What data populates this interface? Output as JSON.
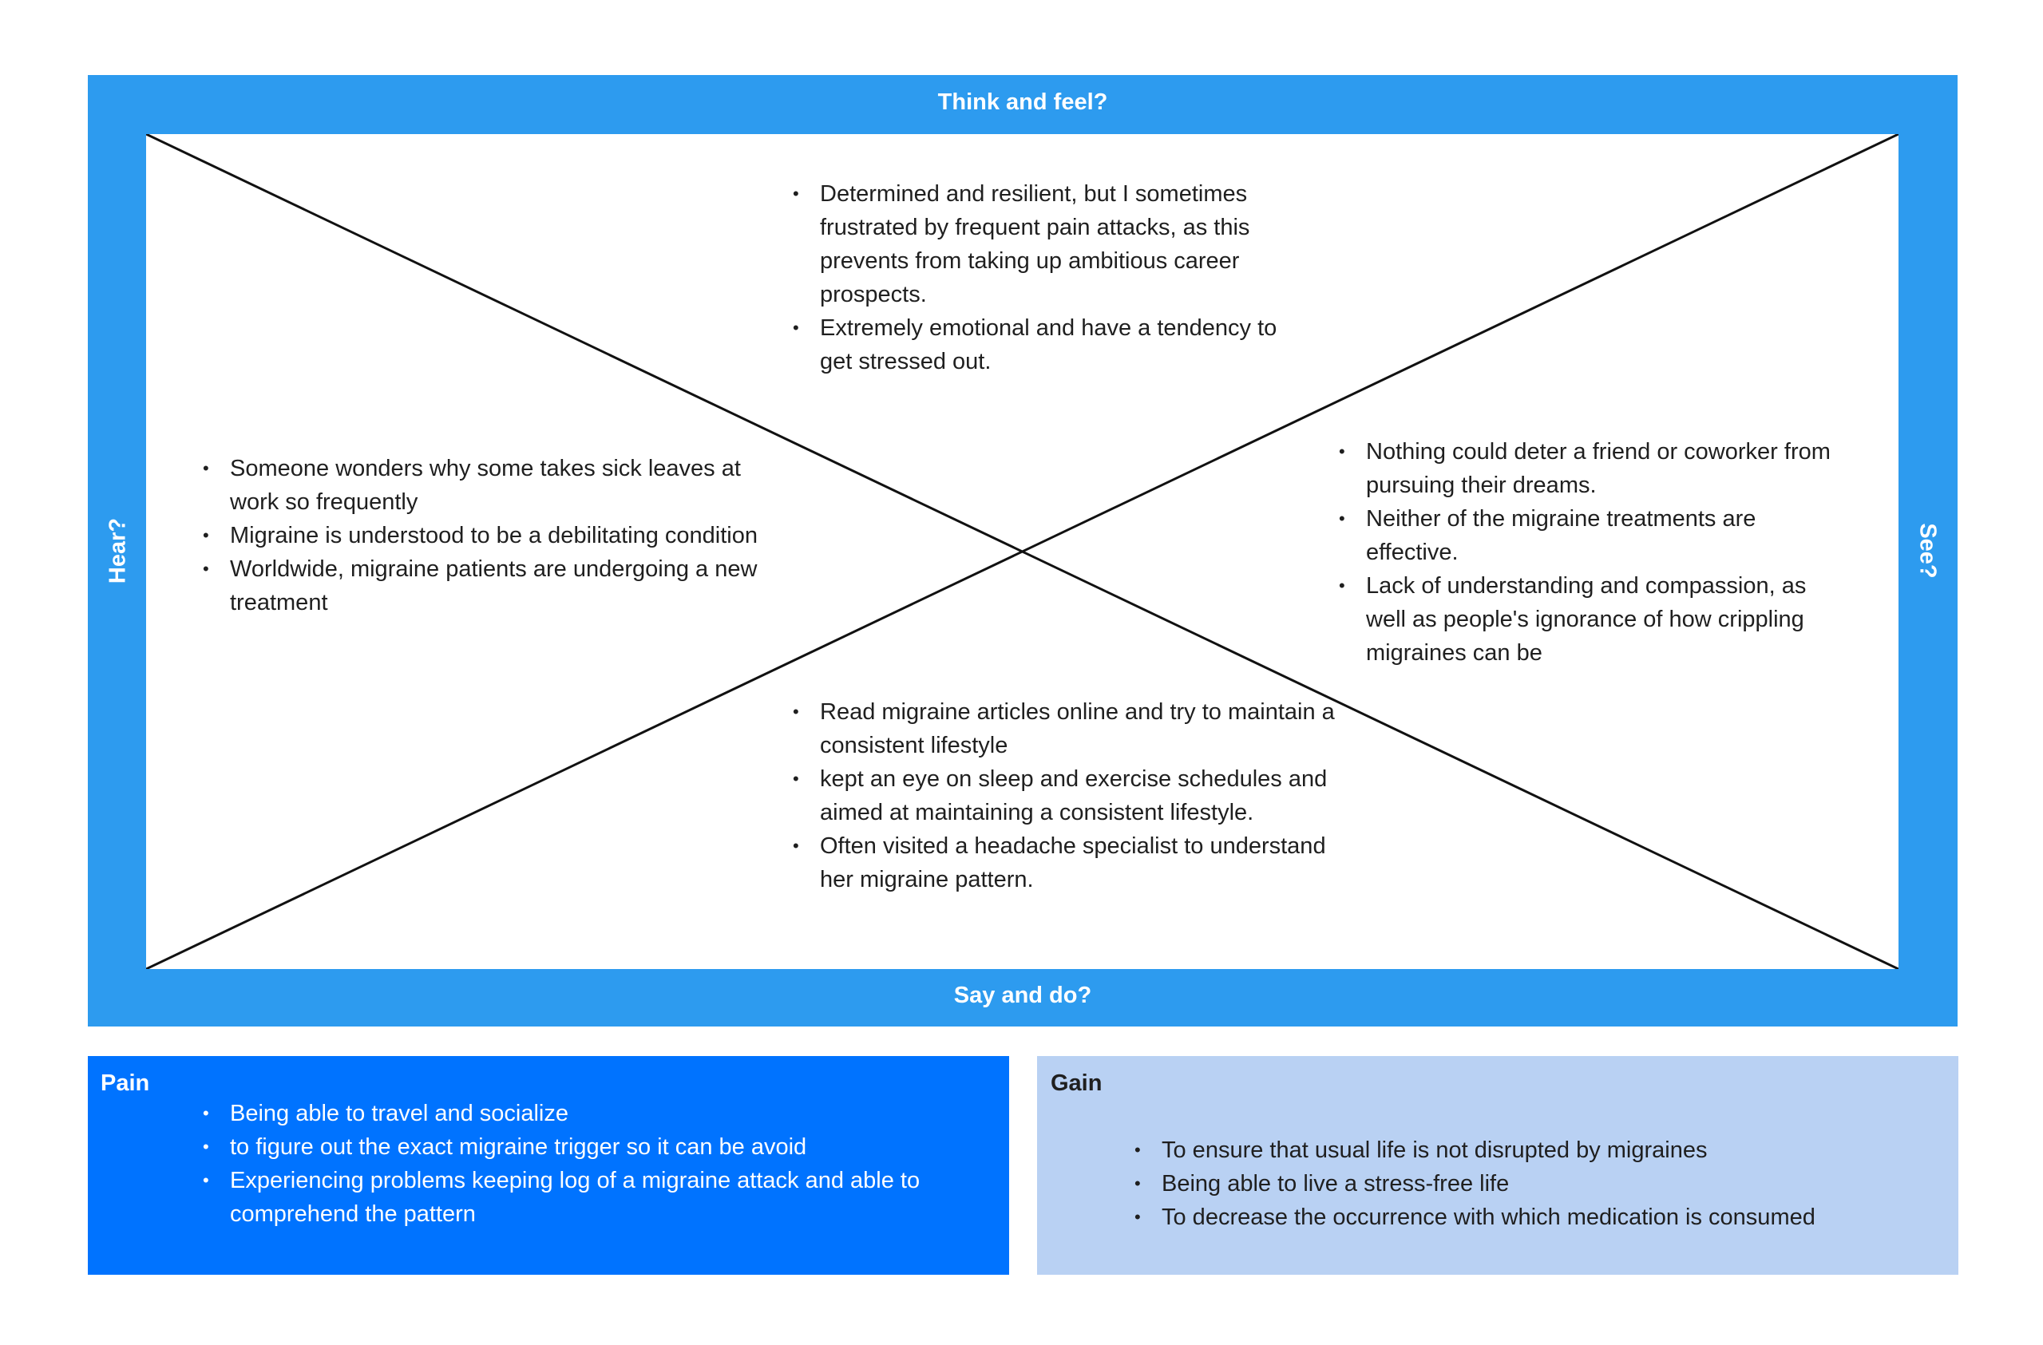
{
  "map": {
    "think_label": "Think and feel?",
    "say_label": "Say and do?",
    "hear_label": "Hear?",
    "see_label": "See?",
    "think_items": [
      "Determined and resilient, but I sometimes frustrated by  frequent pain attacks, as this prevents from taking up ambitious career prospects.",
      "Extremely emotional and have a tendency to get stressed out."
    ],
    "hear_items": [
      "Someone wonders why some takes sick leaves at work so frequently",
      "Migraine is understood to be a debilitating condition",
      "Worldwide, migraine patients are undergoing a new treatment"
    ],
    "see_items": [
      "Nothing could deter a friend or coworker from pursuing their dreams.",
      "Neither of the migraine treatments are effective.",
      "Lack of understanding and compassion, as well as people's ignorance of how crippling migraines can be"
    ],
    "say_items": [
      "Read migraine articles online and try to maintain a consistent lifestyle",
      "kept an eye on sleep and exercise schedules and  aimed at maintaining a consistent lifestyle.",
      "Often visited a headache specialist to understand her migraine pattern."
    ]
  },
  "pain": {
    "title": "Pain",
    "items": [
      "Being able to travel and socialize",
      "to figure out the exact migraine trigger so it can be avoid",
      "Experiencing problems keeping log of a migraine attack and able to comprehend the pattern"
    ]
  },
  "gain": {
    "title": "Gain",
    "items": [
      "To ensure that usual life is not disrupted by migraines",
      "Being able to live a stress-free life",
      "To decrease the occurrence with which medication is consumed"
    ]
  },
  "colors": {
    "frame": "#2d9bef",
    "pain_box": "#0073ff",
    "gain_box": "#b9d1f3"
  }
}
